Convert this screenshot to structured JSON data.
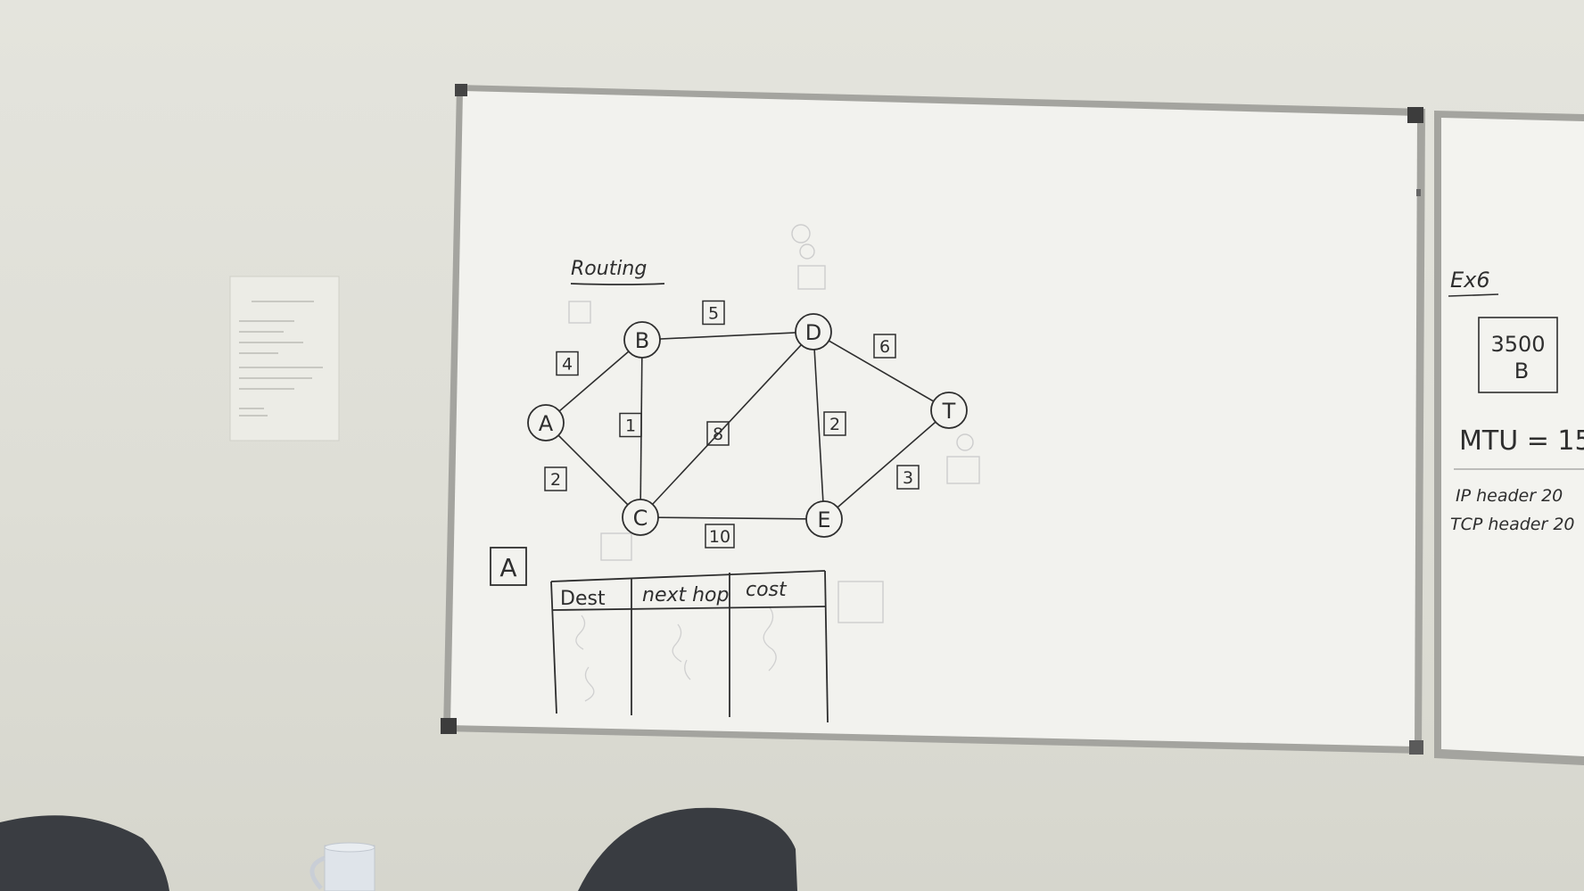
{
  "main_board": {
    "title": "Routing",
    "nodes": [
      {
        "id": "A",
        "label": "A"
      },
      {
        "id": "B",
        "label": "B"
      },
      {
        "id": "C",
        "label": "C"
      },
      {
        "id": "D",
        "label": "D"
      },
      {
        "id": "E",
        "label": "E"
      },
      {
        "id": "T",
        "label": "T"
      }
    ],
    "edges": [
      {
        "from": "A",
        "to": "B",
        "weight": "4"
      },
      {
        "from": "A",
        "to": "C",
        "weight": "2"
      },
      {
        "from": "B",
        "to": "C",
        "weight": "1"
      },
      {
        "from": "B",
        "to": "D",
        "weight": "5"
      },
      {
        "from": "C",
        "to": "D",
        "weight": "8"
      },
      {
        "from": "C",
        "to": "E",
        "weight": "10"
      },
      {
        "from": "D",
        "to": "E",
        "weight": "2"
      },
      {
        "from": "D",
        "to": "T",
        "weight": "6"
      },
      {
        "from": "E",
        "to": "T",
        "weight": "3"
      }
    ],
    "table_label": "A",
    "table_headers": [
      "Dest",
      "next hop",
      "cost"
    ]
  },
  "side_board": {
    "title": "Ex6",
    "box_value": "3500",
    "box_unit": "B",
    "mtu": "MTU = 15",
    "ip_header": "IP header 20",
    "tcp_header": "TCP header 20"
  },
  "colors": {
    "wall": "#e1e1da",
    "board": "#f3f3ef",
    "frame": "#9b9b96",
    "marker": "#2e2e2e",
    "chair": "#3a3d42"
  }
}
